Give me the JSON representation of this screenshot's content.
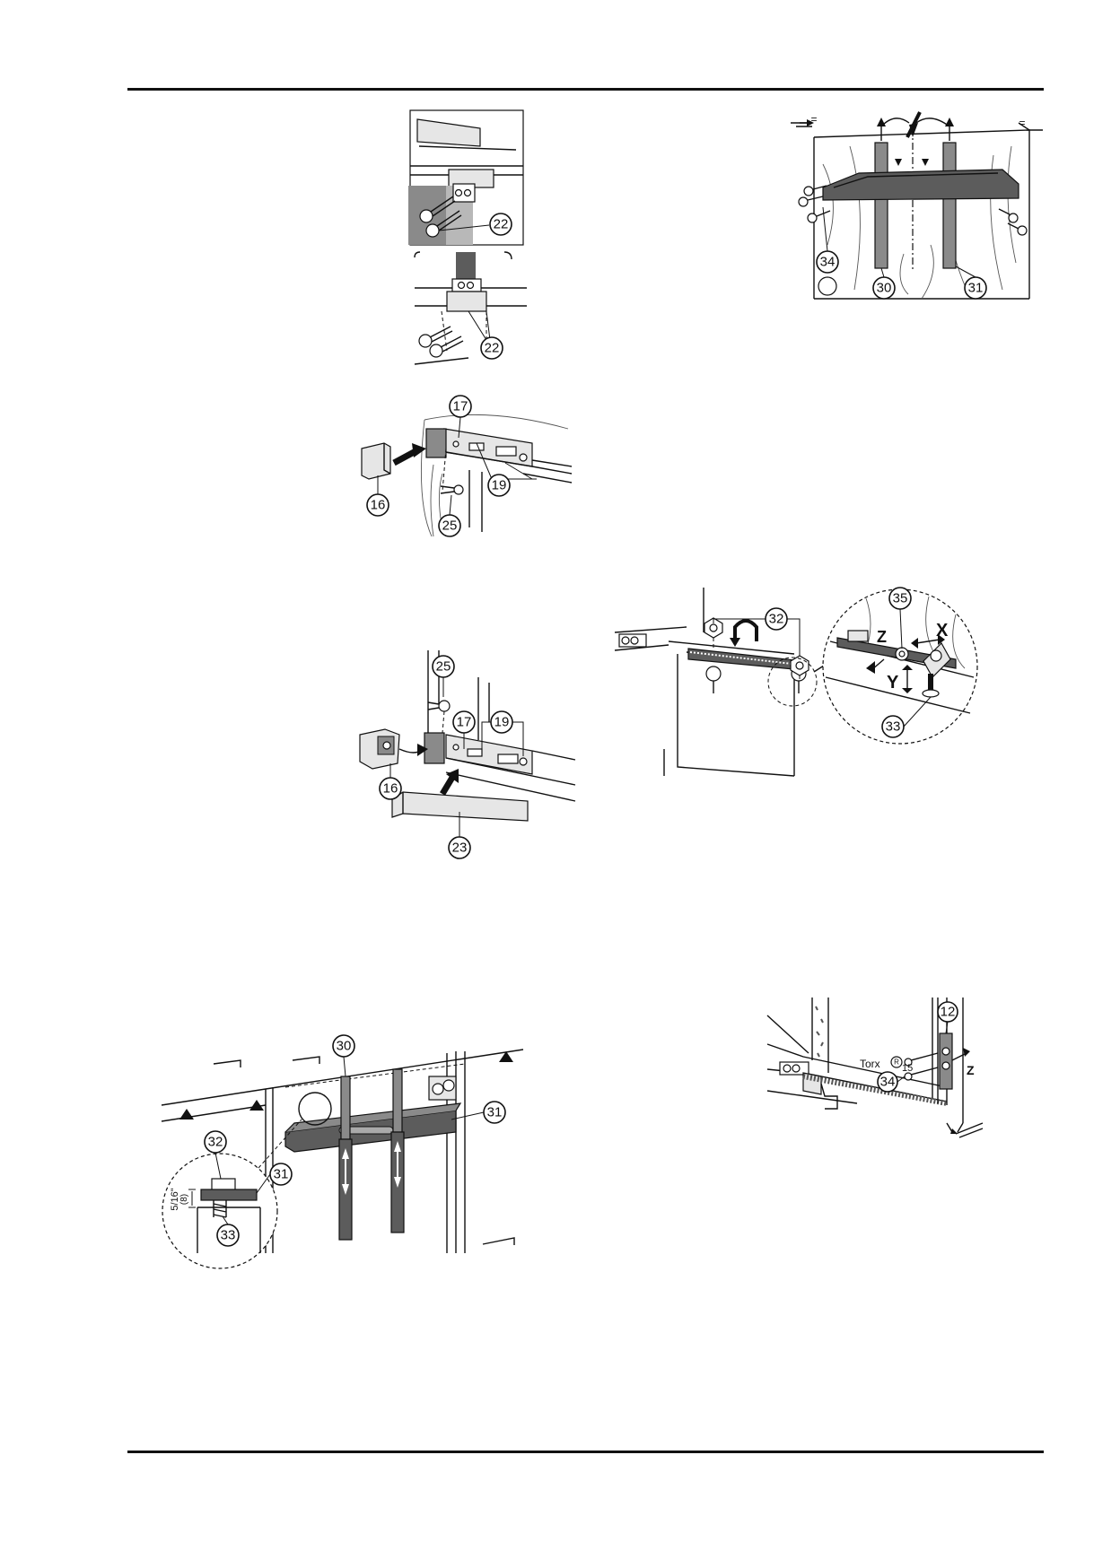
{
  "figures": {
    "fig1": {
      "callouts": [
        "22"
      ]
    },
    "fig2": {
      "callouts": [
        "22"
      ]
    },
    "fig3": {
      "callouts": [
        "17",
        "19",
        "16",
        "25"
      ]
    },
    "fig4": {
      "callouts": [
        "25",
        "17",
        "19",
        "16",
        "23"
      ]
    },
    "fig5": {
      "callouts": [
        "30",
        "31",
        "32",
        "31",
        "33"
      ],
      "dimensions": [
        "5/16\"",
        "(8)"
      ]
    },
    "fig6": {
      "callouts": [
        "34",
        "30",
        "31"
      ],
      "marks": [
        "=",
        "="
      ]
    },
    "fig7": {
      "callouts": [
        "32",
        "35",
        "33"
      ],
      "axes": [
        "Z",
        "X",
        "Y"
      ]
    },
    "fig8": {
      "callouts": [
        "12",
        "34"
      ],
      "tool_label": "Torx",
      "tool_size": "15",
      "axis": "Z"
    }
  },
  "colors": {
    "rule": "#111111",
    "part_grey": "#8a8a8a",
    "part_dark": "#5c5c5c"
  }
}
